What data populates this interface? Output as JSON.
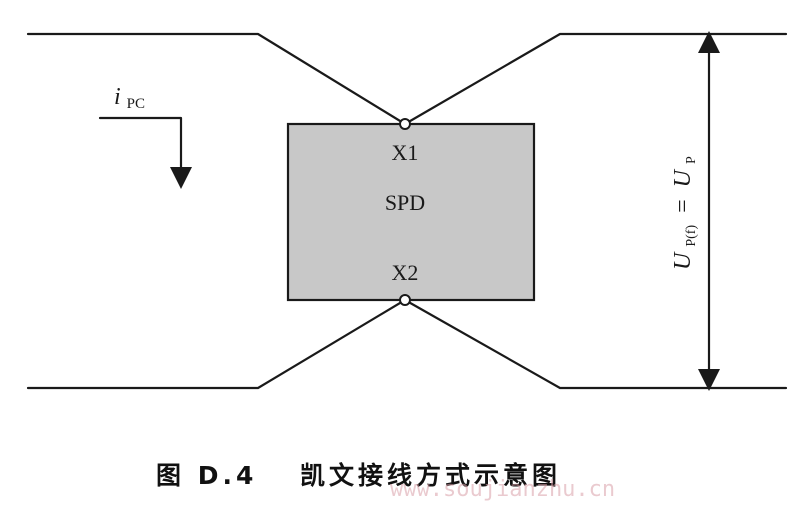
{
  "diagram": {
    "current_label": {
      "base": "i",
      "sub": "PC"
    },
    "component": {
      "name": "SPD",
      "terminal_top": "X1",
      "terminal_bottom": "X2",
      "fill_color": "#c8c8c8"
    },
    "voltage_label": {
      "left_base": "U",
      "left_sub": "P(f)",
      "equals": "=",
      "right_base": "U",
      "right_sub": "P"
    }
  },
  "caption": {
    "figure_number": "图 D.4",
    "title": "凯文接线方式示意图"
  },
  "watermark": {
    "text": "www.soujianzhu.cn"
  }
}
